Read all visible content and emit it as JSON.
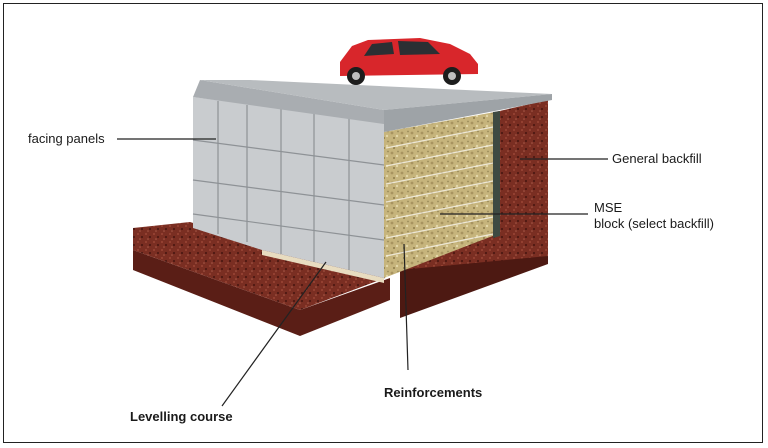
{
  "labels": {
    "facing_panels": "facing panels",
    "general_backfill": "General backfill",
    "mse_line1": "MSE",
    "mse_line2": "block (select backfill)",
    "reinforcements": "Reinforcements",
    "levelling_course": "Levelling course"
  },
  "colors": {
    "soil": "#7a2e22",
    "soil_dark": "#5a1e16",
    "panel": "#c9cccf",
    "panel_line": "#8e9296",
    "select_fill": "#c8b780",
    "road": "#b8bcbf",
    "car": "#d8262b",
    "leader": "#222222"
  }
}
